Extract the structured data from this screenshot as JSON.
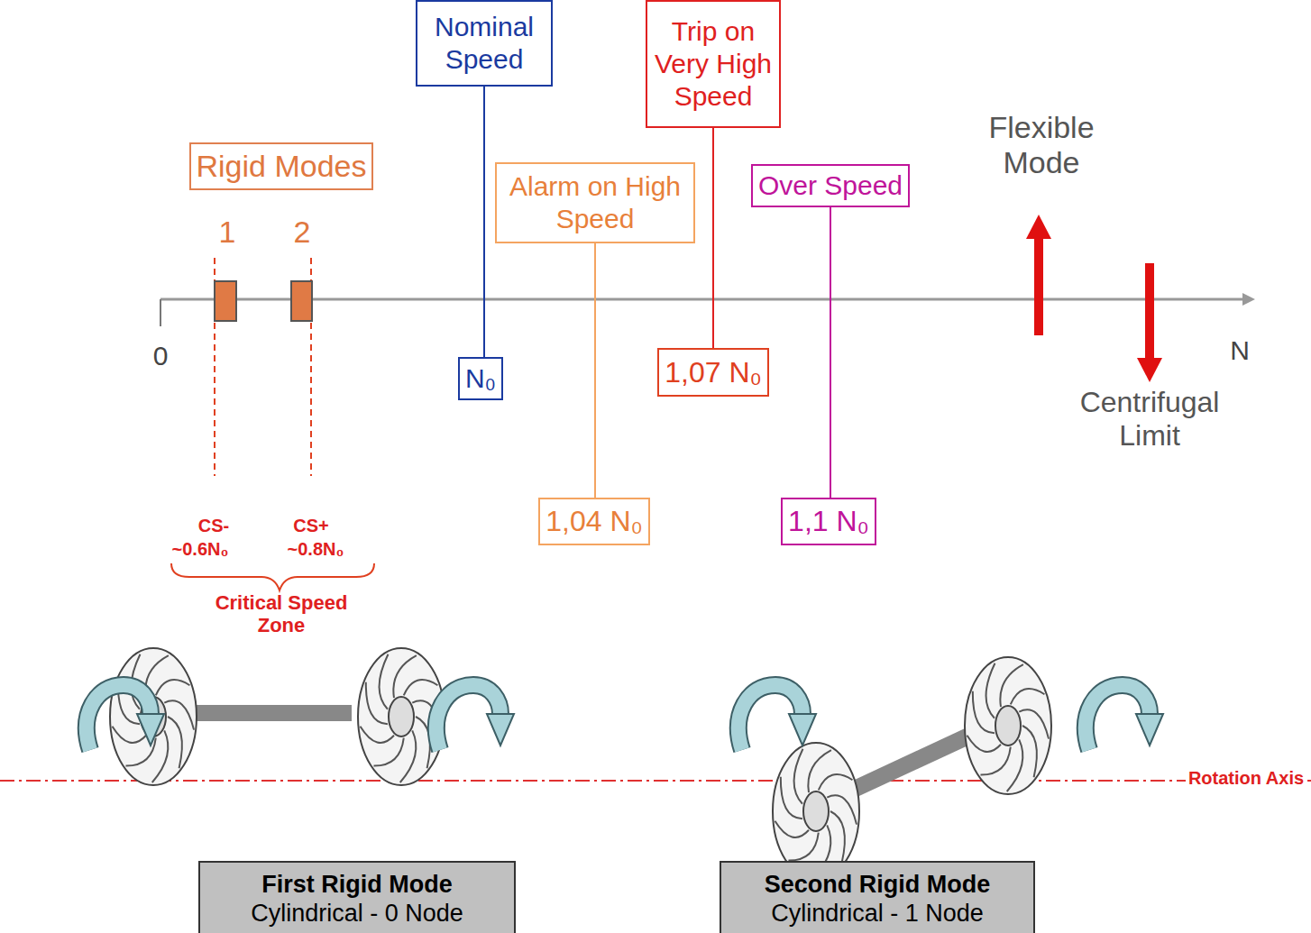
{
  "diagram": {
    "nodes": [
      {
        "text": [
          "Rigid Modes"
        ]
      },
      {
        "text": [
          "Nominal Speed"
        ]
      },
      {
        "text": [
          "Trip on Very High Speed"
        ]
      },
      {
        "text": [
          "Alarm on High Speed"
        ]
      },
      {
        "text": [
          "Over Speed"
        ]
      },
      {
        "text": [
          "N₀"
        ]
      },
      {
        "text": [
          "1,07 N₀"
        ]
      },
      {
        "text": [
          "1,04 N₀"
        ]
      },
      {
        "text": [
          "1,1 N₀"
        ]
      },
      {
        "text": [
          "First Rigid Mode",
          "Cylindrical - 0 Node"
        ]
      },
      {
        "text": [
          "Second Rigid Mode",
          "Cylindrical - 1 Node"
        ]
      }
    ],
    "edges": [
      {
        "from": 1,
        "to": 5,
        "arrow": "none"
      },
      {
        "from": 2,
        "to": 6,
        "arrow": "none"
      },
      {
        "from": 3,
        "to": 7,
        "arrow": "none"
      },
      {
        "from": 4,
        "to": 8,
        "arrow": "none"
      }
    ],
    "labels": [
      "1",
      "2",
      "0",
      "N",
      "Flexible Mode",
      "Centrifugal Limit",
      "CS-",
      "~0.6N₀",
      "CS+",
      "~0.8N₀",
      "Critical Speed Zone",
      "Rotation Axis"
    ]
  }
}
